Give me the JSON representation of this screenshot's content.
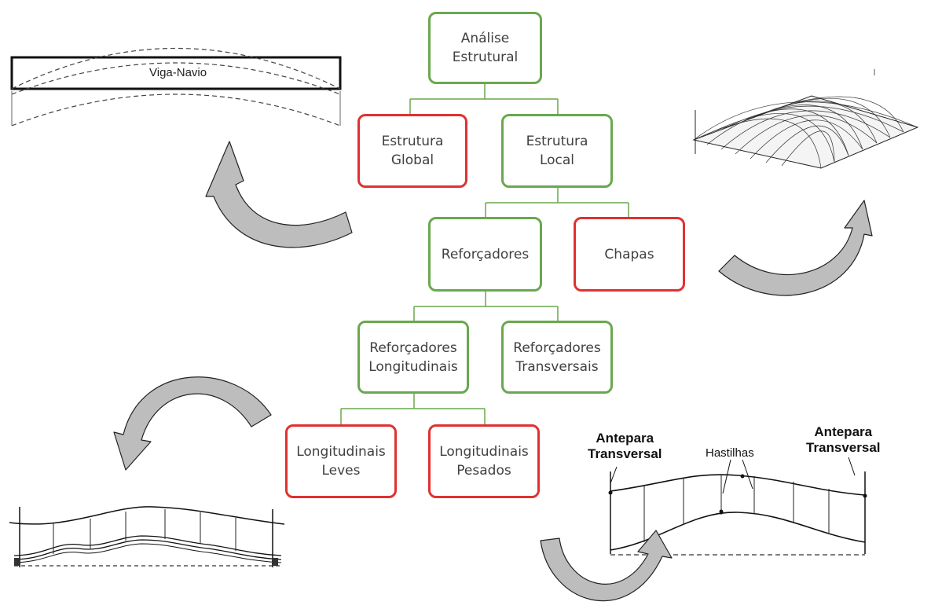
{
  "tree": {
    "root": "Análise\nEstrutural",
    "global": "Estrutura\nGlobal",
    "local": "Estrutura\nLocal",
    "stiffeners": "Reforçadores",
    "plates": "Chapas",
    "longitudinal": "Reforçadores\nLongitudinais",
    "transverse": "Reforçadores\nTransversais",
    "light": "Longitudinais\nLeves",
    "heavy": "Longitudinais\nPesados"
  },
  "illustrations": {
    "hull_girder_label": "Viga-Navio",
    "bulkhead_left": "Antepara\nTransversal",
    "bulkhead_right": "Antepara\nTransversal",
    "floors": "Hastilhas"
  },
  "colors": {
    "green_border": "#6aa84f",
    "red_border": "#e03131",
    "connector": "#6aa84f",
    "arrow_fill": "#bdbdbd"
  }
}
